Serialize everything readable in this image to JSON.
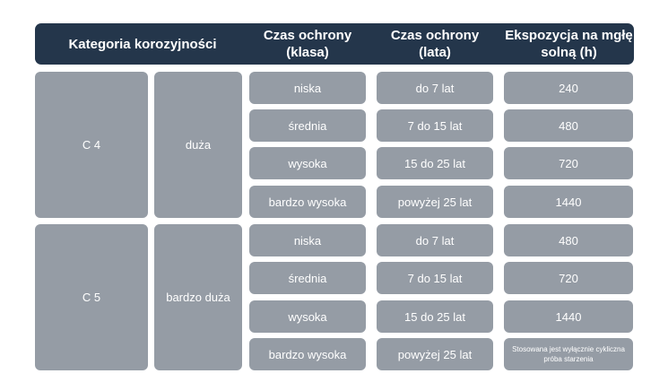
{
  "headers": [
    "Kategoria korozyjności",
    "Czas ochrony (klasa)",
    "Czas ochrony (lata)",
    "Ekspozycja na mgłę solną  (h)"
  ],
  "groups": [
    {
      "category": "C 4",
      "level": "duża"
    },
    {
      "category": "C 5",
      "level": "bardzo duża"
    }
  ],
  "rows": [
    {
      "klasa": "niska",
      "lata": "do 7 lat",
      "h": "240"
    },
    {
      "klasa": "średnia",
      "lata": "7 do 15 lat",
      "h": "480"
    },
    {
      "klasa": "wysoka",
      "lata": "15 do 25 lat",
      "h": "720"
    },
    {
      "klasa": "bardzo wysoka",
      "lata": "powyżej 25 lat",
      "h": "1440"
    },
    {
      "klasa": "niska",
      "lata": "do 7 lat",
      "h": "480"
    },
    {
      "klasa": "średnia",
      "lata": "7 do 15 lat",
      "h": "720"
    },
    {
      "klasa": "wysoka",
      "lata": "15 do 25 lat",
      "h": "1440"
    },
    {
      "klasa": "bardzo wysoka",
      "lata": "powyżej 25 lat",
      "h": "Stosowana jest wyłącznie cykliczna próba starzenia"
    }
  ]
}
